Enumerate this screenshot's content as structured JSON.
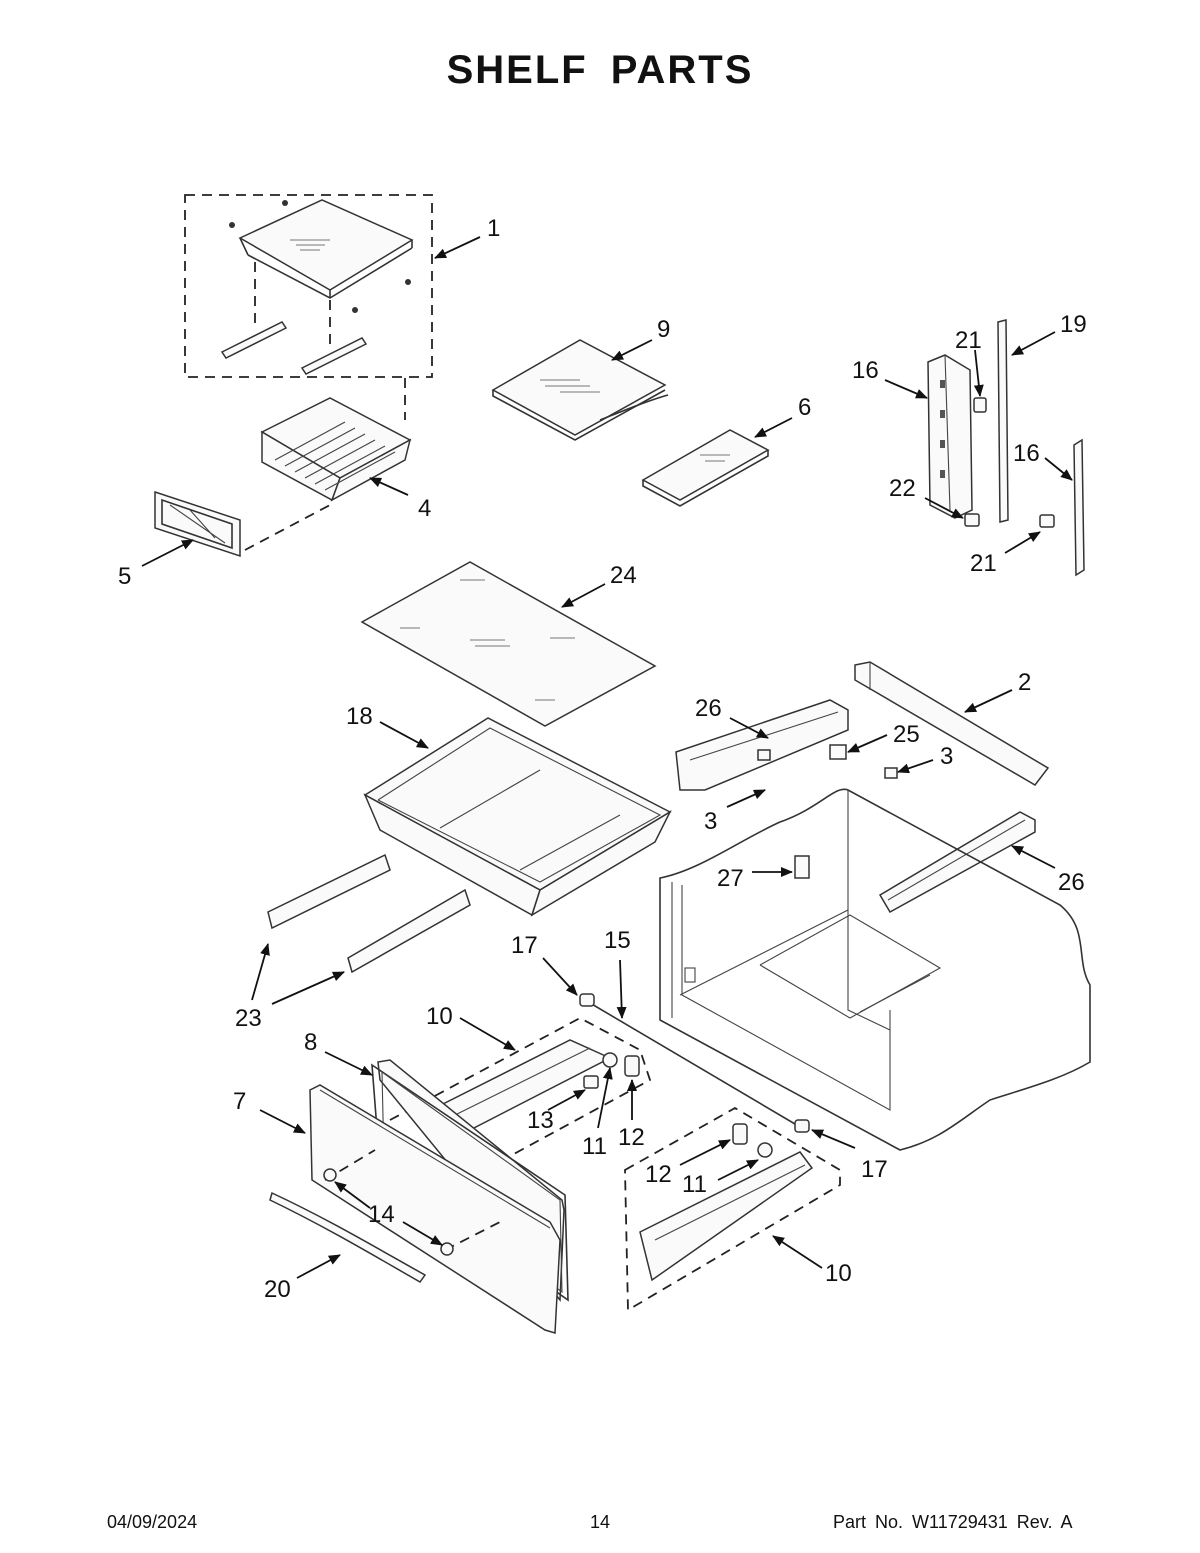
{
  "title": "SHELF PARTS",
  "footer": {
    "date": "04/09/2024",
    "page": "14",
    "part": "Part No.  W11729431  Rev.  A"
  },
  "callouts": {
    "c1": "1",
    "c2": "2",
    "c3a": "3",
    "c3b": "3",
    "c4": "4",
    "c5": "5",
    "c6": "6",
    "c7": "7",
    "c8": "8",
    "c9": "9",
    "c10a": "10",
    "c10b": "10",
    "c11a": "11",
    "c11b": "11",
    "c12a": "12",
    "c12b": "12",
    "c13": "13",
    "c14": "14",
    "c15": "15",
    "c16a": "16",
    "c16b": "16",
    "c17a": "17",
    "c17b": "17",
    "c18": "18",
    "c19": "19",
    "c20": "20",
    "c21a": "21",
    "c21b": "21",
    "c22": "22",
    "c23": "23",
    "c24": "24",
    "c25": "25",
    "c26a": "26",
    "c26b": "26",
    "c27": "27"
  }
}
